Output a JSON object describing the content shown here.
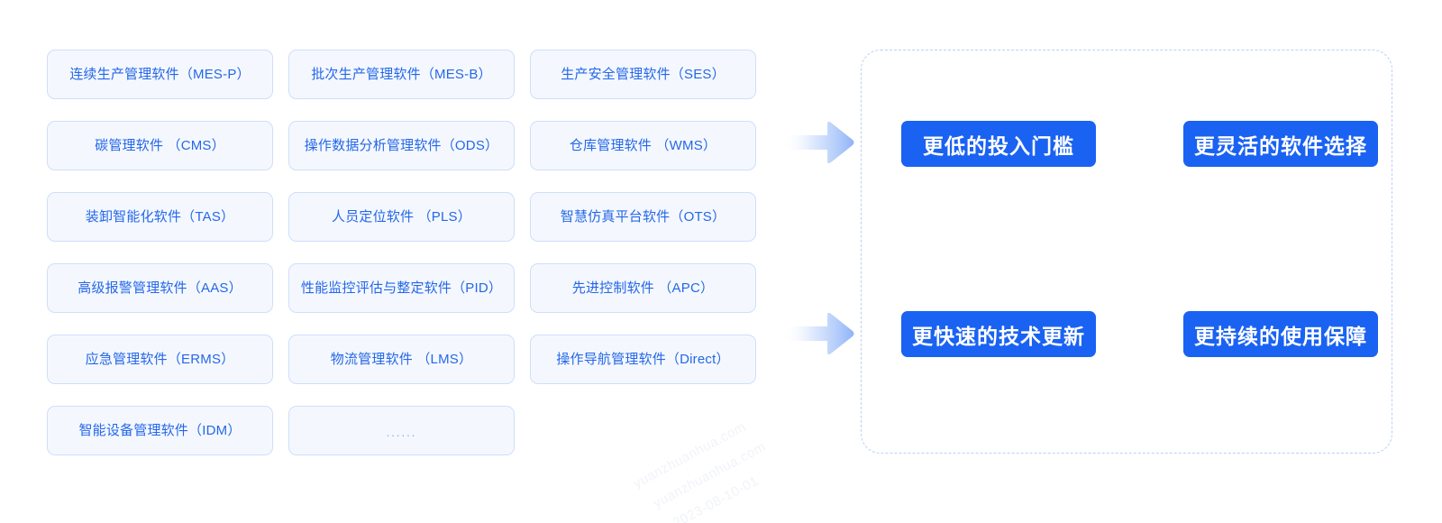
{
  "colors": {
    "card_bg": "#f4f8fe",
    "card_border": "#cfdefb",
    "card_text": "#2567e8",
    "badge_bg": "#1a62f2",
    "badge_text": "#ffffff",
    "panel_dash_border": "#b9d0f7",
    "arrow_gradient_end": "#8fb3f8",
    "page_bg": "#ffffff"
  },
  "software_cards": {
    "columns": 3,
    "items": [
      {
        "label": "连续生产管理软件（MES-P）",
        "name": "software-card-mes-p"
      },
      {
        "label": "批次生产管理软件（MES-B）",
        "name": "software-card-mes-b"
      },
      {
        "label": "生产安全管理软件（SES）",
        "name": "software-card-ses"
      },
      {
        "label": "碳管理软件 （CMS）",
        "name": "software-card-cms"
      },
      {
        "label": "操作数据分析管理软件（ODS）",
        "name": "software-card-ods"
      },
      {
        "label": "仓库管理软件 （WMS）",
        "name": "software-card-wms"
      },
      {
        "label": "装卸智能化软件（TAS）",
        "name": "software-card-tas"
      },
      {
        "label": "人员定位软件 （PLS）",
        "name": "software-card-pls"
      },
      {
        "label": "智慧仿真平台软件（OTS）",
        "name": "software-card-ots"
      },
      {
        "label": "高级报警管理软件（AAS）",
        "name": "software-card-aas"
      },
      {
        "label": "性能监控评估与整定软件（PID）",
        "name": "software-card-pid"
      },
      {
        "label": "先进控制软件 （APC）",
        "name": "software-card-apc"
      },
      {
        "label": "应急管理软件（ERMS）",
        "name": "software-card-erms"
      },
      {
        "label": "物流管理软件 （LMS）",
        "name": "software-card-lms"
      },
      {
        "label": "操作导航管理软件（Direct）",
        "name": "software-card-direct"
      },
      {
        "label": "智能设备管理软件（IDM）",
        "name": "software-card-idm"
      },
      {
        "label": "......",
        "name": "software-card-more"
      }
    ]
  },
  "arrows": [
    {
      "name": "flow-arrow-top",
      "direction": "right"
    },
    {
      "name": "flow-arrow-bottom",
      "direction": "right"
    }
  ],
  "benefits": {
    "items": [
      {
        "label": "更低的投入门槛",
        "name": "benefit-badge-lower-entry-cost"
      },
      {
        "label": "更灵活的软件选择",
        "name": "benefit-badge-flexible-software-choice"
      },
      {
        "label": "更快速的技术更新",
        "name": "benefit-badge-faster-tech-update"
      },
      {
        "label": "更持续的使用保障",
        "name": "benefit-badge-sustained-support"
      }
    ]
  },
  "watermarks": [
    {
      "text": "yuanzhuanhua.com"
    },
    {
      "text": "yuanzhuanhua.com"
    },
    {
      "text": "2023-08-10-01"
    }
  ]
}
